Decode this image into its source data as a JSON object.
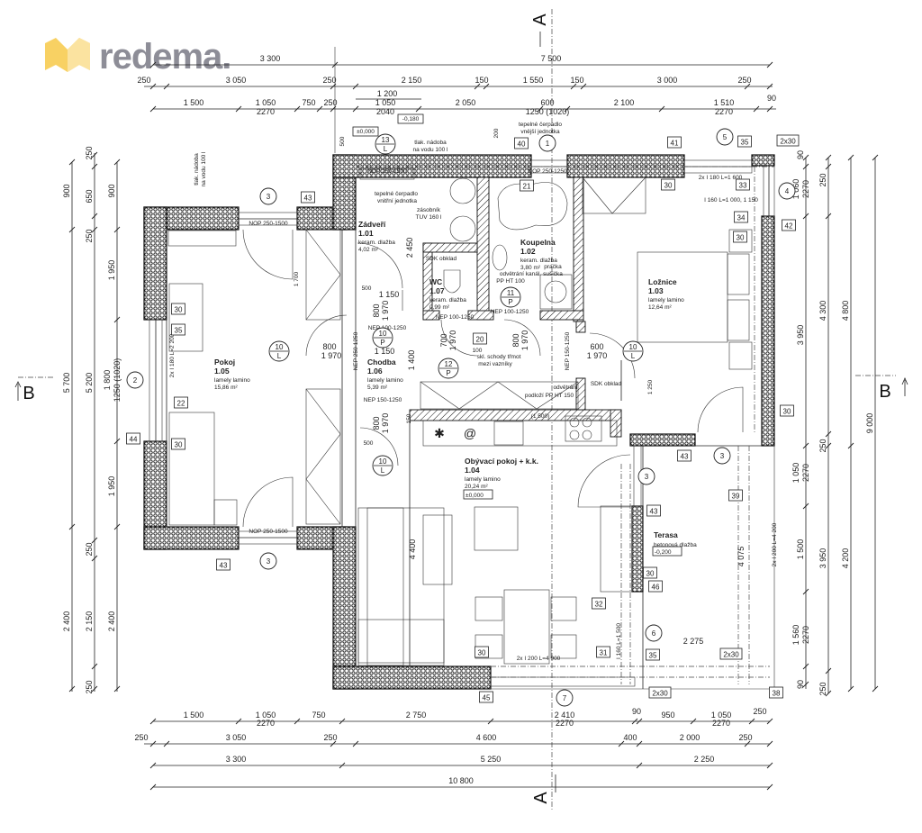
{
  "logo": {
    "text": "redema.",
    "colors": {
      "icon": "#f7c948",
      "text": "#8d8d97"
    }
  },
  "section_markers": {
    "top": "A",
    "bottom": "A",
    "left": "B",
    "right": "B"
  },
  "rooms": [
    {
      "name": "Zádveří",
      "number": "1.01",
      "floor": "keram. dlažba",
      "area": "4,02 m²"
    },
    {
      "name": "Koupelna",
      "number": "1.02",
      "floor": "keram. dlažba",
      "area": "3,80 m²"
    },
    {
      "name": "Ložnice",
      "number": "1.03",
      "floor": "lamely lamino",
      "area": "12,64 m²"
    },
    {
      "name": "Obývací pokoj + k.k.",
      "number": "1.04",
      "floor": "lamely lamino",
      "area": "20,24 m²",
      "level": "±0,000"
    },
    {
      "name": "Pokoj",
      "number": "1.05",
      "floor": "lamely lamino",
      "area": "15,86 m²"
    },
    {
      "name": "Chodba",
      "number": "1.06",
      "floor": "lamely lamino",
      "area": "5,39 m²"
    },
    {
      "name": "WC",
      "number": "1.07",
      "floor": "keram. dlažba",
      "area": "0,99 m²"
    },
    {
      "name": "Terasa",
      "floor": "betonová dlažba",
      "level": "-0,200"
    }
  ],
  "dims_top": [
    "3 300",
    "7 500",
    "250",
    "3 050",
    "250",
    "2 150",
    "150",
    "1 550",
    "150",
    "3 000",
    "250",
    "1 200",
    "1 500",
    "1 050",
    "2270",
    "750",
    "250",
    "1 050",
    "2040",
    "2 050",
    "600",
    "1250 (1020)",
    "2 100",
    "1 510",
    "2270",
    "90"
  ],
  "dims_bottom": [
    "1 500",
    "1 050",
    "2270",
    "750",
    "2 750",
    "2 410",
    "2270",
    "90",
    "950",
    "1 050",
    "2270",
    "250",
    "250",
    "3 050",
    "250",
    "4 600",
    "400",
    "2 000",
    "250",
    "3 300",
    "5 250",
    "2 250",
    "10 800"
  ],
  "dims_left": [
    "900",
    "5 700",
    "2 400",
    "250",
    "650",
    "250",
    "5 200",
    "250",
    "2 150",
    "250",
    "900",
    "1 950",
    "1 800",
    "1250 (1020)",
    "1 950",
    "2 400"
  ],
  "dims_right": [
    "90",
    "1 060",
    "2270",
    "3 950",
    "1 050",
    "2270",
    "1 500",
    "1 560",
    "2270",
    "90",
    "250",
    "4 300",
    "250",
    "3 950",
    "250",
    "4 800",
    "4 200",
    "9 000"
  ],
  "notes": [
    "tlak. nádoba",
    "na vodu 100 l",
    "tepelné čerpadlo",
    "vnější jednotka",
    "tepelné čerpadlo",
    "vnitřní jednotka",
    "zásobník",
    "TUV 160 l",
    "NOP 250-1500",
    "NOP 250-1250",
    "NOP 250-1500",
    "NOP 250-1500",
    "SDK obklad",
    "odvětrání kanál.",
    "PP HT 100",
    "pračka",
    "sušička",
    "NEP 100-1250",
    "NEP 100-1250",
    "NEP 100-1250",
    "NEP 150-1250",
    "NEP 250-1250",
    "NEP 150-1250",
    "skl. schody třmot",
    "mezi vazníky",
    "odvětrání",
    "podloží PP HT 150",
    "SDK obklad",
    "(1 500)",
    "2x I 180 L=1 600",
    "I 160 L=1 000, 1 150",
    "2x I 180 L=2 200",
    "2x I 200 L=4 900",
    "I 160 L=1 500",
    "2x I 200 L=4 200",
    "2 275",
    "4 075",
    "4 400",
    "2 450",
    "1 400",
    "1 150",
    "1 150",
    "500",
    "500",
    "800",
    "1 970",
    "800",
    "1 970",
    "600",
    "1 970",
    "700",
    "1 970",
    "800",
    "1 970",
    "800",
    "1 970",
    "1 700",
    "1 250",
    "±0,000",
    "-0,180",
    "500",
    "200",
    "100",
    "150",
    "tlak. nádoba",
    "na vodu 100 l"
  ],
  "tags": [
    "43",
    "40",
    "41",
    "35",
    "2x30",
    "33",
    "30",
    "34",
    "42",
    "30",
    "30",
    "35",
    "22",
    "44",
    "30",
    "43",
    "21",
    "20",
    "43",
    "43",
    "30",
    "46",
    "32",
    "31",
    "35",
    "2x30",
    "38",
    "30",
    "45",
    "39",
    "30",
    "2x30"
  ],
  "circle_markers": [
    {
      "num": "13",
      "sub": "L"
    },
    {
      "num": "1"
    },
    {
      "num": "5"
    },
    {
      "num": "4"
    },
    {
      "num": "3"
    },
    {
      "num": "3"
    },
    {
      "num": "2"
    },
    {
      "num": "10",
      "sub": "L"
    },
    {
      "num": "10",
      "sub": "P"
    },
    {
      "num": "12",
      "sub": "P"
    },
    {
      "num": "11",
      "sub": "P"
    },
    {
      "num": "10",
      "sub": "L"
    },
    {
      "num": "10",
      "sub": "L"
    },
    {
      "num": "3"
    },
    {
      "num": "3"
    },
    {
      "num": "6"
    },
    {
      "num": "7"
    }
  ]
}
